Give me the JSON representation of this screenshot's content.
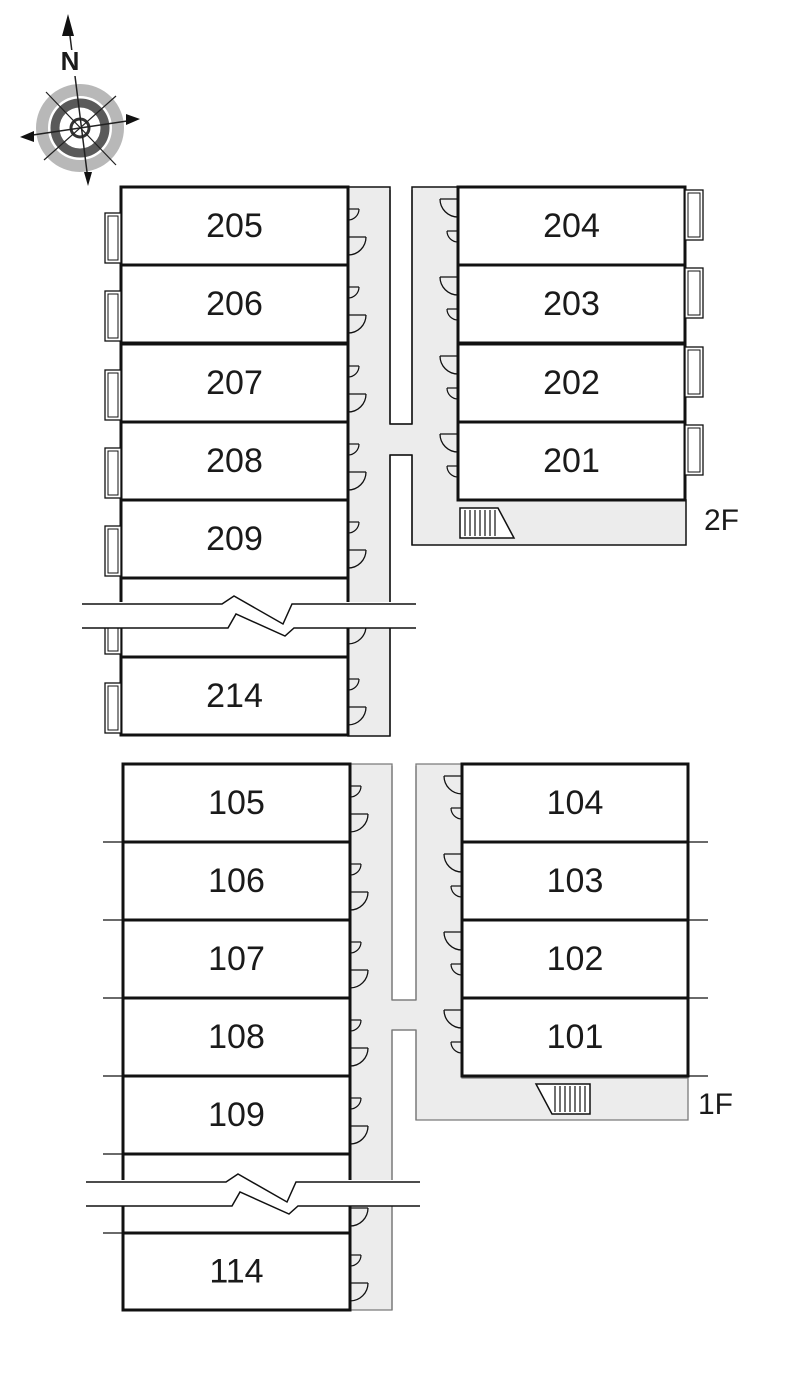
{
  "compass": {
    "north_label": "N",
    "icon": "compass-rose-icon"
  },
  "floors": {
    "second": {
      "label": "2F",
      "west_units": [
        "205",
        "206",
        "207",
        "208",
        "209",
        "214"
      ],
      "east_units": [
        "204",
        "203",
        "202",
        "201"
      ]
    },
    "first": {
      "label": "1F",
      "west_units": [
        "105",
        "106",
        "107",
        "108",
        "109",
        "114"
      ],
      "east_units": [
        "104",
        "103",
        "102",
        "101"
      ]
    }
  },
  "colors": {
    "wall": "#111111",
    "corridor": "#ececec",
    "corridor_edge": "#7a7a7a",
    "compass_ring": "#9a9a9a",
    "compass_inner": "#555555"
  }
}
